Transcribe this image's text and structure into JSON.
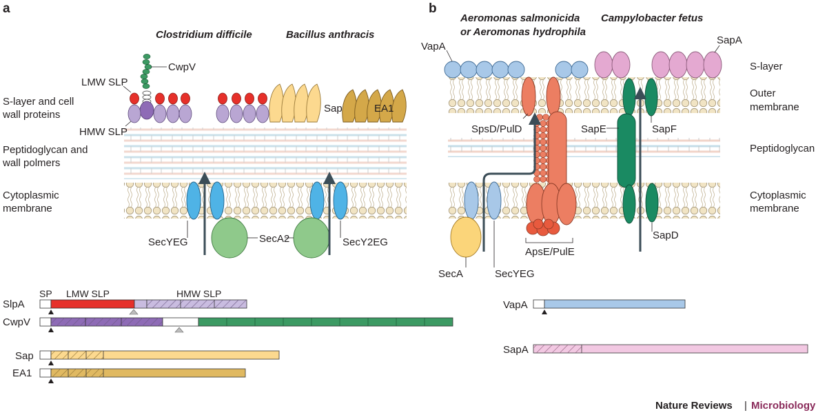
{
  "panels": {
    "a": "a",
    "b": "b"
  },
  "species": {
    "cdiff": "Clostridium difficile",
    "banth": "Bacillus anthracis",
    "aero1": "Aeromonas salmonicida",
    "aero2": "or Aeromonas hydrophila",
    "campy": "Campylobacter fetus"
  },
  "layers_a": {
    "slayer1": "S-layer and cell",
    "slayer2": "wall proteins",
    "pg1": "Peptidoglycan and",
    "pg2": "wall polmers",
    "cm1": "Cytoplasmic",
    "cm2": "membrane"
  },
  "layers_b": {
    "slayer": "S-layer",
    "om1": "Outer",
    "om2": "membrane",
    "pg": "Peptidoglycan",
    "cm1": "Cytoplasmic",
    "cm2": "membrane"
  },
  "proteins_a": {
    "cwpv": "CwpV",
    "lmw": "LMW SLP",
    "hmw": "HMW SLP",
    "sap": "Sap",
    "ea1": "EA1",
    "secyeg": "SecYEG",
    "seca2": "SecA2",
    "secy2eg": "SecY2EG"
  },
  "proteins_b": {
    "vapa": "VapA",
    "sapa": "SapA",
    "spsd": "SpsD/PulD",
    "sape": "SapE",
    "sapf": "SapF",
    "apse": "ApsE/PulE",
    "seca": "SecA",
    "secyeg": "SecYEG",
    "sapd": "SapD"
  },
  "domain_maps": {
    "sp": "SP",
    "lmw": "LMW SLP",
    "hmw": "HMW SLP",
    "slpa": "SlpA",
    "cwpv": "CwpV",
    "sap": "Sap",
    "ea1": "EA1",
    "vapa": "VapA",
    "sapa": "SapA"
  },
  "credit": {
    "journal": "Nature Reviews",
    "sep": "|",
    "section": "Microbiology"
  },
  "colors": {
    "red": "#e6302a",
    "lilac": "#b9a6d3",
    "purple": "#8e6bb6",
    "green_cwpv": "#3c9a63",
    "yellow": "#fcd98f",
    "gold": "#d4a849",
    "blue": "#4fb3e6",
    "light_blue": "#a8c8e8",
    "pink": "#e4a9d1",
    "salmon": "#ec7e62",
    "teal": "#1a8a62",
    "sec_green": "#8fc98b",
    "seca_yellow": "#fbd57a",
    "credit_accent": "#8a2a5a",
    "arrow": "#3b4d57"
  }
}
